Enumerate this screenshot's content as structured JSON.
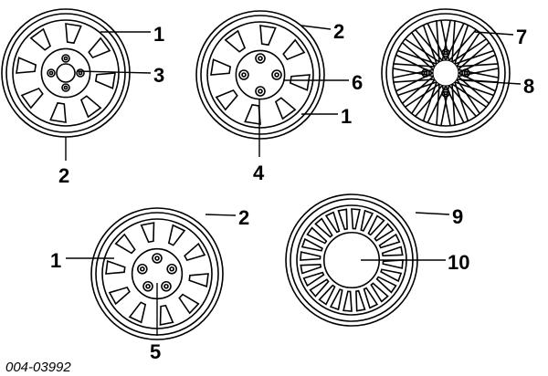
{
  "diagram": {
    "part_number": "004-03992",
    "wheels": [
      {
        "name": "wheel-1",
        "callouts": [
          "1",
          "3",
          "2"
        ]
      },
      {
        "name": "wheel-2",
        "callouts": [
          "2",
          "6",
          "1",
          "4"
        ]
      },
      {
        "name": "wheel-3",
        "callouts": [
          "7",
          "8"
        ]
      },
      {
        "name": "wheel-4",
        "callouts": [
          "2",
          "1",
          "5"
        ]
      },
      {
        "name": "wheel-5",
        "callouts": [
          "9",
          "10"
        ]
      }
    ]
  }
}
